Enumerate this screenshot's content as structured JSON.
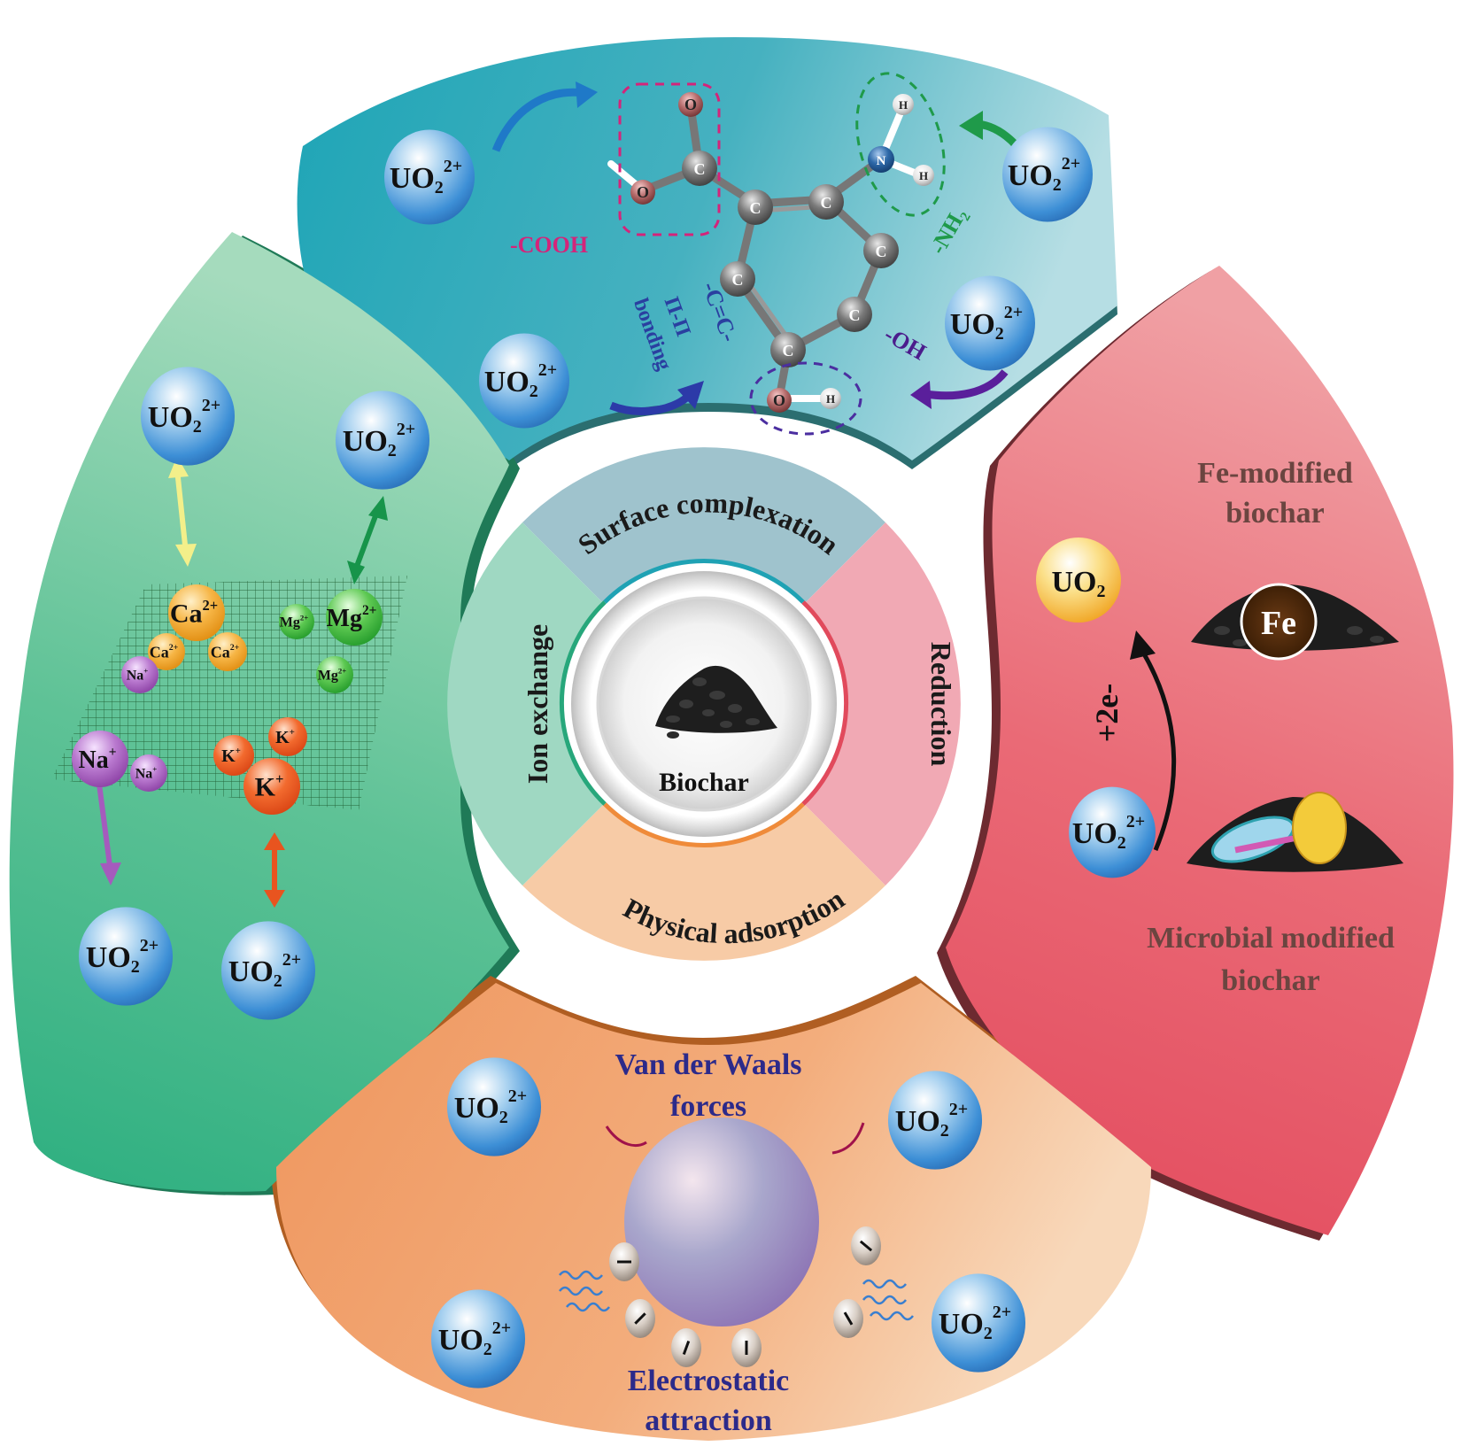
{
  "center": {
    "label": "Biochar",
    "ring_sections": [
      {
        "id": "surface",
        "label": "Surface complexation",
        "color": "#9fc3cd",
        "accent": "#1fa2b4"
      },
      {
        "id": "reduction",
        "label": "Reduction",
        "color": "#f1a9b4",
        "accent": "#e14a5c"
      },
      {
        "id": "physical",
        "label": "Physical adsorption",
        "color": "#f7cba6",
        "accent": "#ef8b3a"
      },
      {
        "id": "ion",
        "label": "Ion exchange",
        "color": "#9fd8c2",
        "accent": "#27a77b"
      }
    ]
  },
  "uranyl": {
    "base": "UO",
    "sub": "2",
    "sup": "2+"
  },
  "panels": {
    "surface_complexation": {
      "color_start": "#1ea5b6",
      "color_end": "#b3dce2",
      "groups": {
        "cooh": {
          "label": "-COOH",
          "color": "#d4247a"
        },
        "nh2": {
          "label": "-NH₂",
          "color": "#1f9a4a"
        },
        "oh": {
          "label": "-OH",
          "color": "#4b1c8c"
        },
        "cc": {
          "label": "-C=C-",
          "color": "#2a3fa0"
        },
        "pi": {
          "line1": "Π-Π",
          "line2": "bonding",
          "color": "#2a3fa0"
        }
      },
      "atoms": {
        "carbon": "C",
        "oxygen": "O",
        "nitrogen": "N",
        "hydrogen": "H"
      }
    },
    "ion_exchange": {
      "color_start": "#a3d9bb",
      "color_end": "#2fb07f",
      "ions": {
        "ca": {
          "base": "Ca",
          "sup": "2+",
          "color": "#f2a42a"
        },
        "mg": {
          "base": "Mg",
          "sup": "2+",
          "color": "#3cae3c"
        },
        "na": {
          "base": "Na",
          "sup": "+",
          "color": "#a25bb8"
        },
        "k": {
          "base": "K",
          "sup": "+",
          "color": "#e8541f"
        }
      },
      "arrow_colors": {
        "ca": "#f3ef8a",
        "mg": "#17944a",
        "na": "#a55bbd",
        "k": "#e8541f"
      }
    },
    "reduction": {
      "color_start": "#ef8c94",
      "color_end": "#e54a5e",
      "fe_title_line1": "Fe-modified",
      "fe_title_line2": "biochar",
      "microbial_title_line1": "Microbial modified",
      "microbial_title_line2": "biochar",
      "product": {
        "base": "UO",
        "sub": "2"
      },
      "electron_label": "+2e-",
      "fe_badge": "Fe",
      "title_color": "#6b4540"
    },
    "physical_adsorption": {
      "color_start": "#f09a62",
      "color_end": "#f7d2b0",
      "vdw_line1": "Van der Waals",
      "vdw_line2": "forces",
      "es_line1": "Electrostatic",
      "es_line2": "attraction",
      "label_color": "#2c2a8a",
      "charge_symbol": "−"
    }
  }
}
